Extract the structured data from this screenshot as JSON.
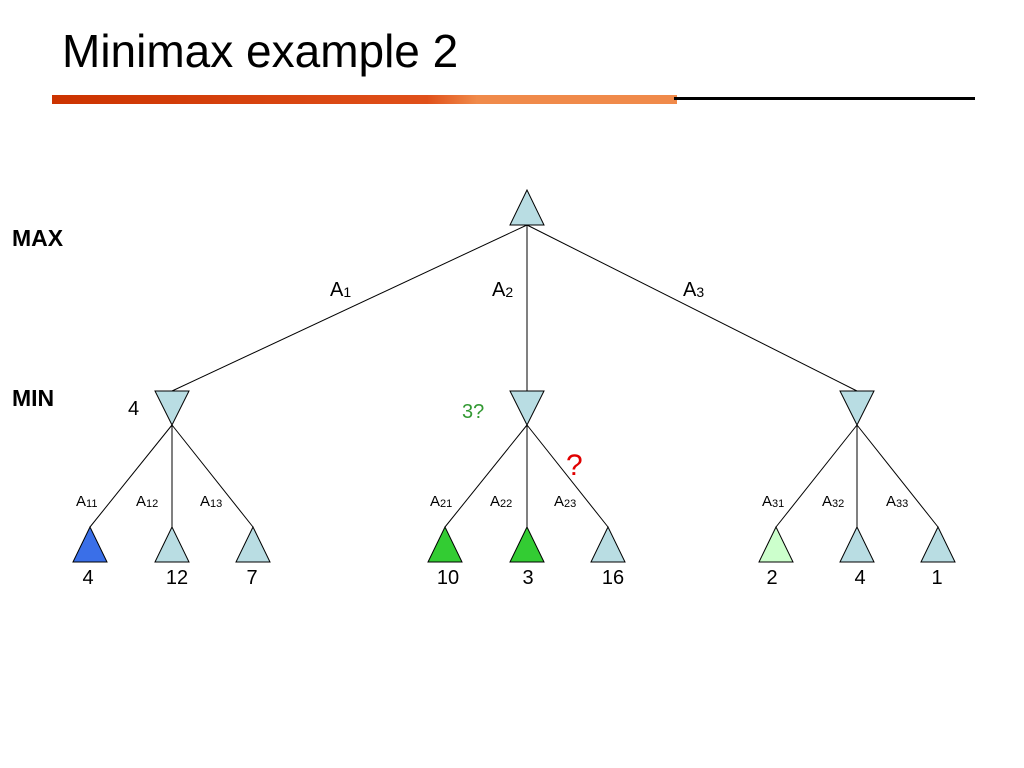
{
  "slide": {
    "title": "Minimax example 2"
  },
  "levels": {
    "max_label": "MAX",
    "min_label": "MIN"
  },
  "colors": {
    "node_default": "#b9dde3",
    "node_blue": "#3a6fe8",
    "node_green": "#33cc33",
    "node_light_green": "#ccffcc",
    "value_green": "#339933",
    "question_red": "#e00000",
    "rule_orange": "#cc3300",
    "rule_black": "#000000"
  },
  "root_moves": [
    {
      "main": "A",
      "sub": "1"
    },
    {
      "main": "A",
      "sub": "2"
    },
    {
      "main": "A",
      "sub": "3"
    }
  ],
  "min_nodes": [
    {
      "value": "4"
    },
    {
      "value": "3?",
      "question": "?"
    },
    {
      "value": ""
    }
  ],
  "leaf_moves": [
    {
      "main": "A",
      "sub": "11"
    },
    {
      "main": "A",
      "sub": "12"
    },
    {
      "main": "A",
      "sub": "13"
    },
    {
      "main": "A",
      "sub": "21"
    },
    {
      "main": "A",
      "sub": "22"
    },
    {
      "main": "A",
      "sub": "23"
    },
    {
      "main": "A",
      "sub": "31"
    },
    {
      "main": "A",
      "sub": "32"
    },
    {
      "main": "A",
      "sub": "33"
    }
  ],
  "leaves": [
    {
      "value": "4",
      "fill": "#3a6fe8"
    },
    {
      "value": "12",
      "fill": "#b9dde3"
    },
    {
      "value": "7",
      "fill": "#b9dde3"
    },
    {
      "value": "10",
      "fill": "#33cc33"
    },
    {
      "value": "3",
      "fill": "#33cc33"
    },
    {
      "value": "16",
      "fill": "#b9dde3"
    },
    {
      "value": "2",
      "fill": "#ccffcc"
    },
    {
      "value": "4",
      "fill": "#b9dde3"
    },
    {
      "value": "1",
      "fill": "#b9dde3"
    }
  ]
}
